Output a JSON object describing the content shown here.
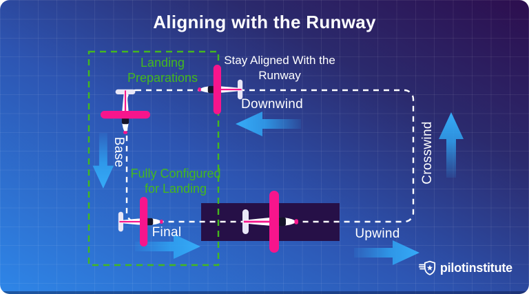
{
  "title": "Aligning with the Runway",
  "diagram": {
    "annotation": "Stay Aligned With the Runway",
    "pattern_box": {
      "landing_preparations_label": "Landing Preparations",
      "fully_configured_label": "Fully Configured for Landing"
    },
    "legs": {
      "downwind": "Downwind",
      "base": "Base",
      "final": "Final",
      "upwind": "Upwind",
      "crosswind": "Crosswind"
    },
    "planes": [
      {
        "name": "downwind-plane",
        "leg": "downwind",
        "heading": "west"
      },
      {
        "name": "base-plane",
        "leg": "base",
        "heading": "south"
      },
      {
        "name": "final-plane",
        "leg": "final",
        "heading": "east"
      },
      {
        "name": "runway-plane",
        "leg": "upwind",
        "heading": "east"
      }
    ],
    "colors": {
      "plane_accent_pink": "#f7158c",
      "callout_green": "#44b81e",
      "arrow_blue": "#2fa7f5",
      "runway_purple": "#261047",
      "path_white": "#ffffff",
      "background_bottom_left": "#2e86e8",
      "background_top_right": "#2d0e4e"
    }
  },
  "logo": {
    "text": "pilotinstitute",
    "icon": "winged-shield-star-icon"
  }
}
